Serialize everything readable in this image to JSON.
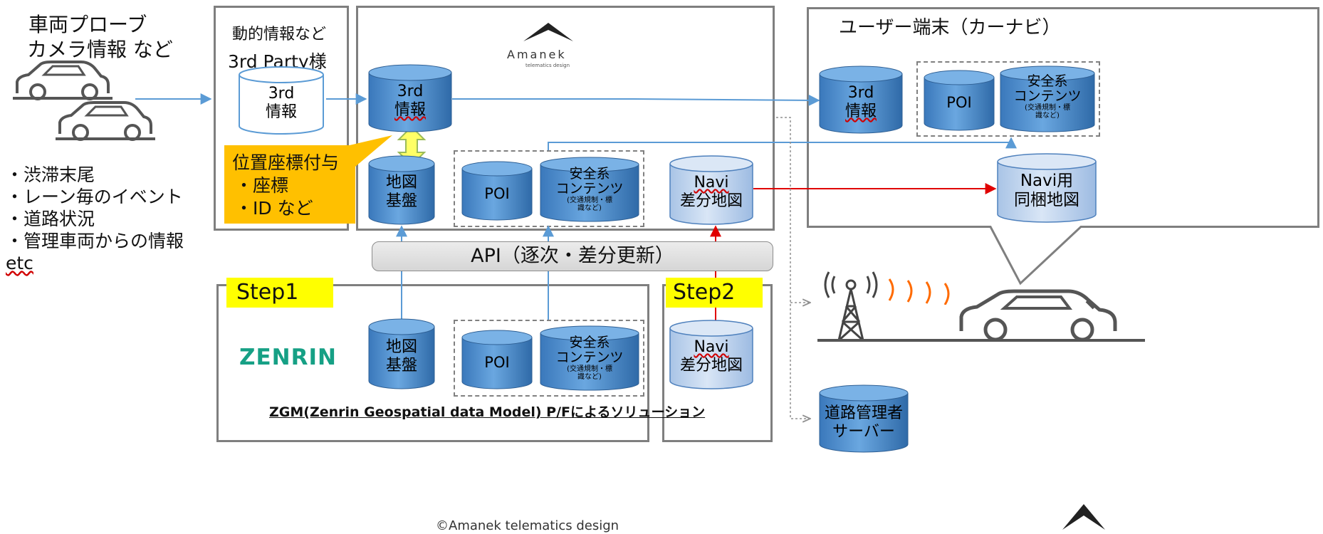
{
  "left": {
    "heading_line1": "車両プローブ",
    "heading_line2": "カメラ情報  など",
    "notes": [
      "・渋滞末尾",
      "・レーン毎のイベント",
      "・道路状況",
      "・管理車両からの情報",
      "etc"
    ]
  },
  "third_party": {
    "heading_line1": "動的情報など",
    "heading_line2": "3rd Party様",
    "cyl_line1": "3rd",
    "cyl_line2": "情報"
  },
  "amanek": {
    "logo_name": "Amanek",
    "logo_tagline": "telematics design",
    "cyl_3rd_line1": "3rd",
    "cyl_3rd_line2": "情報",
    "cyl_map_line1": "地図",
    "cyl_map_line2": "基盤",
    "cyl_poi": "POI",
    "cyl_safety_line1": "安全系",
    "cyl_safety_line2": "コンテンツ",
    "cyl_safety_small1": "(交通規制・標",
    "cyl_safety_small2": "識など)",
    "cyl_navi_line1": "Navi",
    "cyl_navi_line2": "差分地図"
  },
  "callout": {
    "line1": "位置座標付与",
    "line2": "・座標",
    "line3": "・ID  など",
    "color": "#ffc000"
  },
  "api_bar": {
    "label": "API（逐次・差分更新）"
  },
  "zenrin": {
    "step1": "Step1",
    "logo": "ZENRIN",
    "cyl_map_line1": "地図",
    "cyl_map_line2": "基盤",
    "cyl_poi": "POI",
    "cyl_safety_line1": "安全系",
    "cyl_safety_line2": "コンテンツ",
    "cyl_safety_small1": "(交通規制・標",
    "cyl_safety_small2": "識など)",
    "footer": "ZGM(Zenrin Geospatial data Model) P/Fによるソリューション"
  },
  "step2": {
    "label": "Step2",
    "cyl_line1": "Navi",
    "cyl_line2": "差分地図"
  },
  "user_terminal": {
    "heading": "ユーザー端末（カーナビ）",
    "cyl_3rd_line1": "3rd",
    "cyl_3rd_line2": "情報",
    "cyl_poi": "POI",
    "cyl_safety_line1": "安全系",
    "cyl_safety_line2": "コンテンツ",
    "cyl_safety_small1": "(交通規制・標",
    "cyl_safety_small2": "識など)",
    "cyl_navi_line1": "Navi用",
    "cyl_navi_line2": "同梱地図"
  },
  "road_admin": {
    "line1": "道路管理者",
    "line2": "サーバー"
  },
  "footer_credit": "©Amanek telematics design",
  "colors": {
    "cylinder_dark": "#4f8fd0",
    "cylinder_light": "#c6d9f1",
    "arrow_blue": "#5b9bd5",
    "arrow_red": "#e00000",
    "step_yellow": "#ffff00",
    "callout_orange": "#ffc000",
    "zenrin_green": "#16a085",
    "radio_orange": "#ff6a00"
  },
  "icons": [
    "car-icon",
    "radio-tower-icon",
    "radio-wave-icon",
    "amanek-logo-icon"
  ]
}
